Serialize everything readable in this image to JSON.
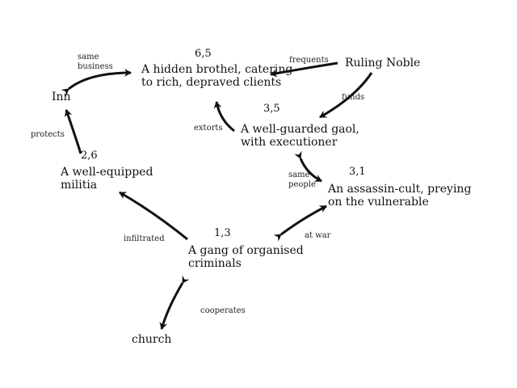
{
  "nodes": {
    "inn": {
      "label": "Inn"
    },
    "brothel": {
      "code": "6,5",
      "line1": "A hidden brothel, catering",
      "line2": "to rich, depraved clients"
    },
    "ruling_noble": {
      "label": "Ruling Noble"
    },
    "gaol": {
      "code": "3,5",
      "line1": "A well-guarded gaol,",
      "line2": "with executioner"
    },
    "militia": {
      "code": "2,6",
      "line1": "A well-equipped",
      "line2": "militia"
    },
    "cult": {
      "code": "3,1",
      "line1": "An assassin-cult, preying",
      "line2": "on the vulnerable"
    },
    "gang": {
      "code": "1,3",
      "line1": "A gang of organised",
      "line2": "criminals"
    },
    "church": {
      "label": "church"
    }
  },
  "edges": {
    "same_business": {
      "line1": "same",
      "line2": "business"
    },
    "frequents": {
      "label": "frequents"
    },
    "funds": {
      "label": "funds"
    },
    "extorts": {
      "label": "extorts"
    },
    "protects": {
      "label": "protects"
    },
    "same_people": {
      "line1": "same",
      "line2": "people"
    },
    "at_war": {
      "label": "at war"
    },
    "infiltrated": {
      "label": "infiltrated"
    },
    "cooperates": {
      "label": "cooperates"
    }
  },
  "colors": {
    "ink": "#111111",
    "background": "#ffffff"
  }
}
